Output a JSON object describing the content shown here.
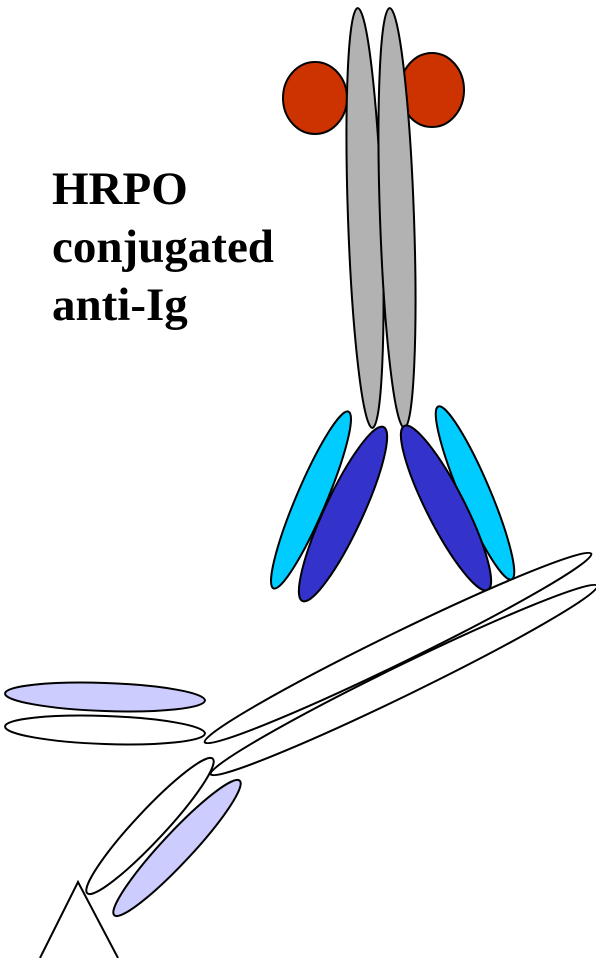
{
  "label": {
    "lines": [
      "HRPO",
      "conjugated",
      "anti-Ig"
    ]
  },
  "colors": {
    "enzyme": "#cc3300",
    "heavy_chain_upper": "#b2b2b2",
    "light_chain": "#00ccff",
    "heavy_chain_lower": "#3333cc",
    "captured_antibody_light_chain": "#ccccff",
    "outline": "#000000",
    "background": "#ffffff"
  },
  "icons": [
    "hrpo-enzyme-icon",
    "antibody-icon",
    "antigen-icon"
  ]
}
